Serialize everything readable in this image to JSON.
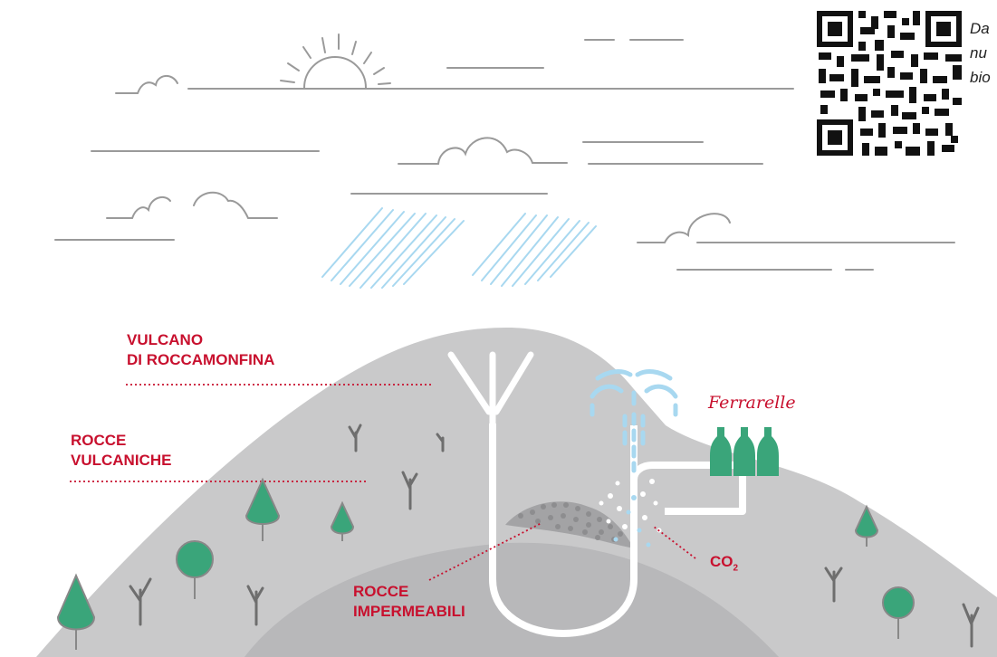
{
  "labels": {
    "volcano_line1": "VULCANO",
    "volcano_line2": "DI ROCCAMONFINA",
    "rocks_line1": "ROCCE",
    "rocks_line2": "VULCANICHE",
    "impermeable_line1": "ROCCE",
    "impermeable_line2": "IMPERMEABILI",
    "co2_main": "CO",
    "co2_sub": "2",
    "brand": "Ferrarelle"
  },
  "qr_note": {
    "line1": "Da",
    "line2": "nu",
    "line3": "bio"
  },
  "colors": {
    "accent_red": "#c8102e",
    "hill": "#c9c9ca",
    "inner_layer": "#b8b8ba",
    "tree_green": "#3aa57a",
    "water_blue": "#a8d8f0",
    "line_gray": "#9a9a9a"
  }
}
